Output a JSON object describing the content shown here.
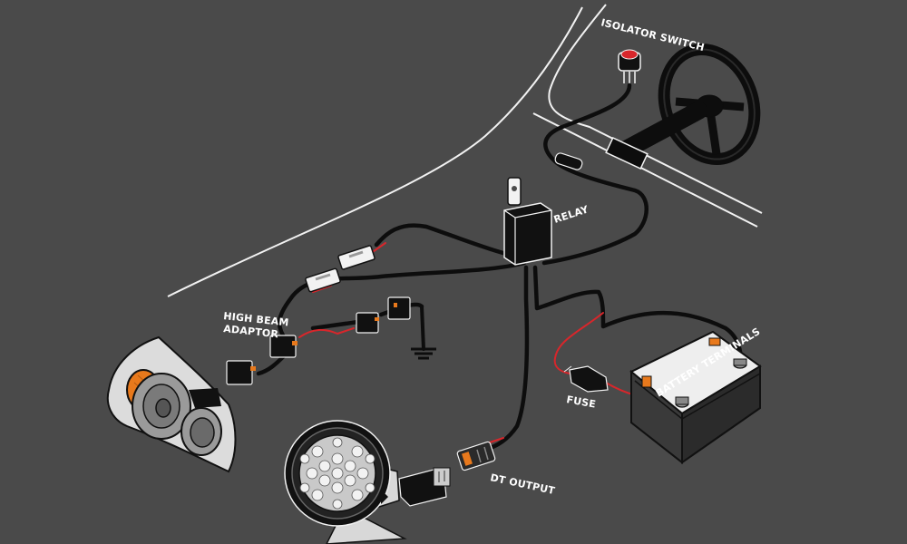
{
  "labels": {
    "isolator_switch": "ISOLATOR SWITCH",
    "relay": "RELAY",
    "high_beam_line1": "HIGH BEAM",
    "high_beam_line2": "ADAPTOR",
    "battery_terminals": "BATTERY TERMINALS",
    "fuse": "FUSE",
    "dt_output": "DT OUTPUT"
  },
  "colors": {
    "background": "#4a4a4a",
    "wire_black": "#0d0d0d",
    "wire_red": "#d8262b",
    "outline_white": "#f2f2f2",
    "lamp_amber": "#e8791c"
  }
}
